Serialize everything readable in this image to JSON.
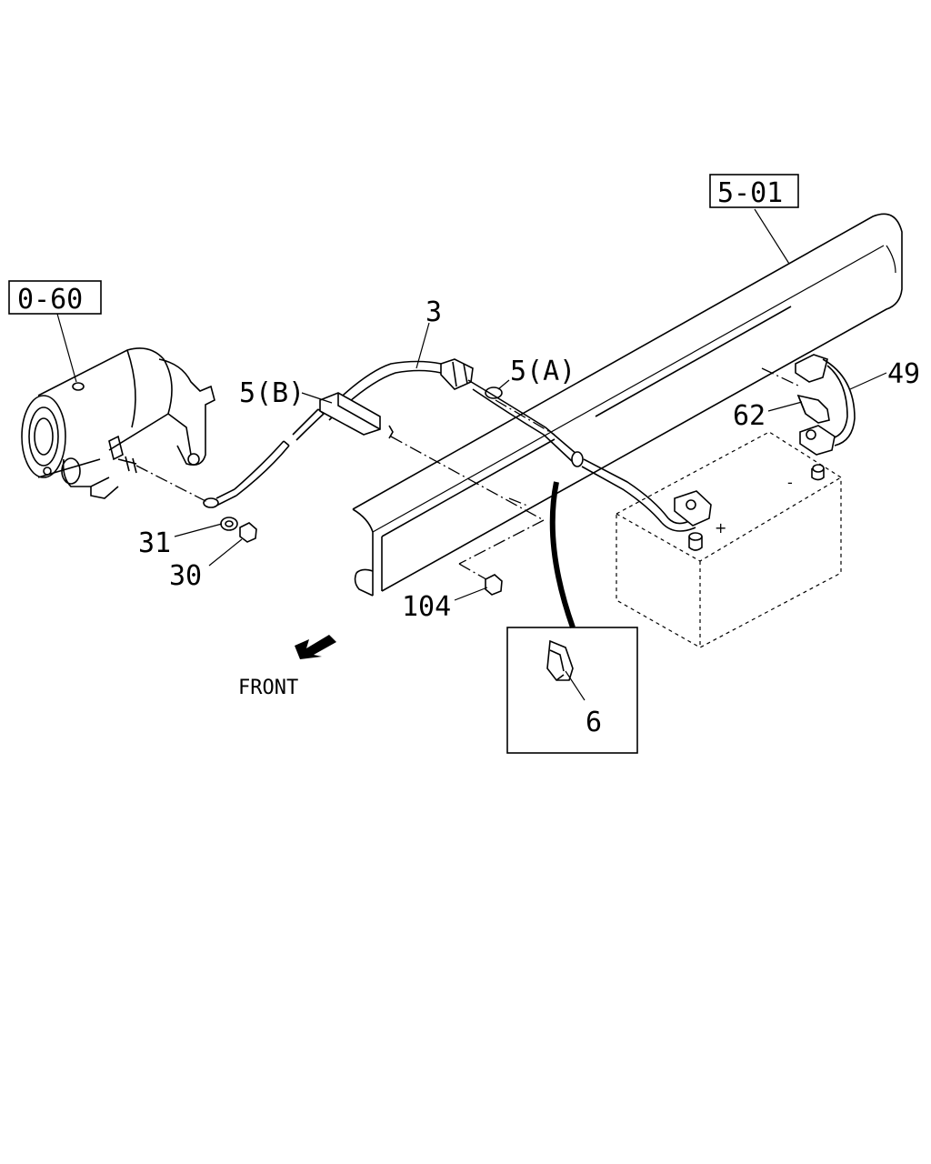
{
  "callouts": {
    "ref_engine": "0-60",
    "ref_frame": "5-01",
    "part_3": "3",
    "part_5a": "5(A)",
    "part_5b": "5(B)",
    "part_49": "49",
    "part_62": "62",
    "part_31": "31",
    "part_30": "30",
    "part_104": "104",
    "part_6": "6"
  },
  "direction": {
    "label": "FRONT"
  },
  "battery": {
    "plus": "+",
    "minus": "-"
  }
}
